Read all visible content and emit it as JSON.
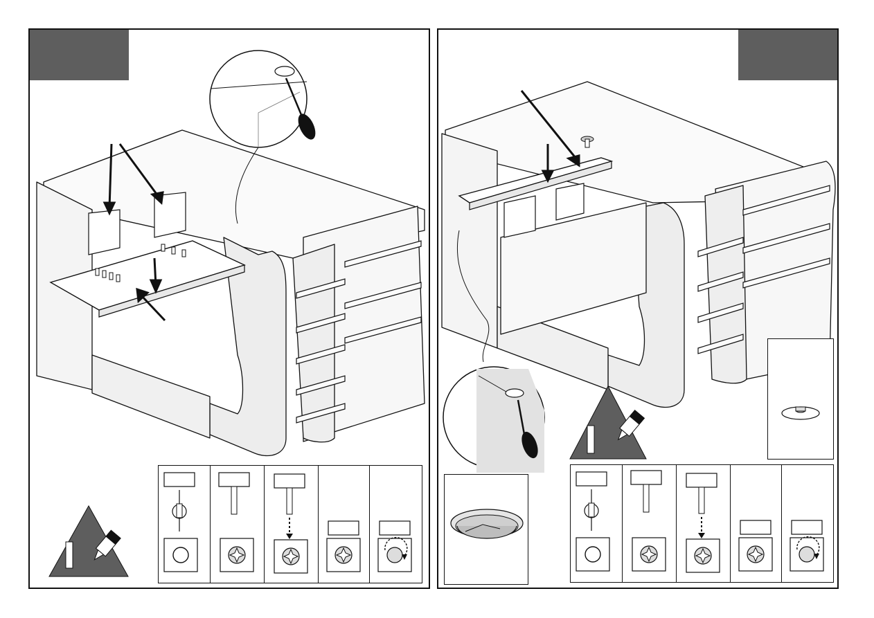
{
  "document": "furniture-assembly-instructions",
  "pages": [
    {
      "id": "left",
      "step_number": "",
      "hardware": [
        {
          "code": "",
          "qty": "",
          "action": "insert-cam-bolt"
        },
        {
          "code": "",
          "qty": "",
          "action": "dowel"
        },
        {
          "code": "",
          "qty": "",
          "action": "insert-dowel"
        },
        {
          "code": "",
          "qty": "",
          "action": "cam-lock"
        },
        {
          "code": "",
          "qty": "",
          "action": "turn-cam-lock"
        }
      ],
      "icons": [
        "glue-warning-icon",
        "screwdriver-detail-icon"
      ]
    },
    {
      "id": "right",
      "step_number": "",
      "hardware": [
        {
          "code": "",
          "qty": "",
          "action": "insert-cam-bolt"
        },
        {
          "code": "",
          "qty": "",
          "action": "dowel"
        },
        {
          "code": "",
          "qty": "",
          "action": "insert-dowel"
        },
        {
          "code": "",
          "qty": "",
          "action": "cam-lock"
        },
        {
          "code": "",
          "qty": "",
          "action": "turn-cam-lock"
        }
      ],
      "icons": [
        "glue-warning-icon",
        "screwdriver-detail-icon",
        "grommet-icon",
        "cap-icon"
      ]
    }
  ],
  "colors": {
    "ink": "#111111",
    "tab": "#5e5e5e",
    "highlight": "#ffffff",
    "panel": "#f4f4f4"
  }
}
